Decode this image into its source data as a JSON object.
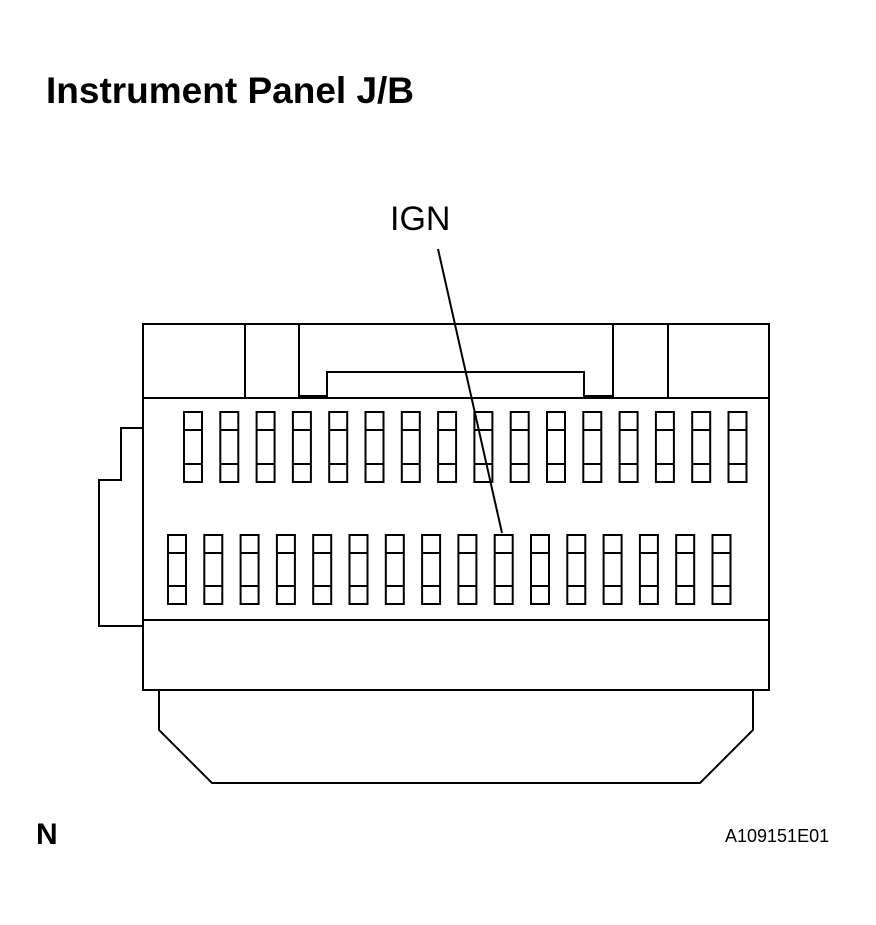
{
  "title": "Instrument Panel J/B",
  "callout": {
    "label": "IGN"
  },
  "corner_letter": "N",
  "figure_id": "A109151E01",
  "fuse_rows": {
    "upper_count": 16,
    "lower_count": 16
  },
  "colors": {
    "stroke": "#000000",
    "background": "#ffffff"
  }
}
